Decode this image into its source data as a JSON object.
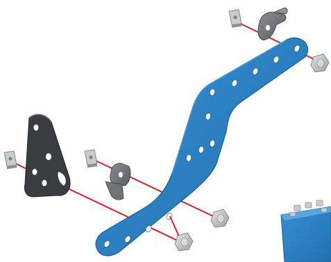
{
  "illustration": {
    "kind": "exploded-assembly-diagram",
    "colors": {
      "background": "#ffffff",
      "bracket_blue": "#2b7fc0",
      "bracket_blue_dark": "#1d5f94",
      "axis_line": "#d21f2b",
      "gray_part": "#6f7378",
      "gray_part_dark": "#3a3d40",
      "nut": "#c9cbcc",
      "screw": "#b9bbbd"
    },
    "parts": [
      {
        "id": "main-bracket",
        "name": "blue-curved-bracket",
        "hole_count": 11
      },
      {
        "id": "left-plate",
        "name": "dark-triangular-plate",
        "hole_count": 5
      },
      {
        "id": "small-bracket-mid",
        "name": "small-gray-angle-bracket"
      },
      {
        "id": "small-bracket-top",
        "name": "small-gray-angle-bracket"
      },
      {
        "id": "nut-left",
        "name": "square-nut"
      },
      {
        "id": "nut-mid",
        "name": "square-nut"
      },
      {
        "id": "nut-top",
        "name": "square-nut"
      },
      {
        "id": "screw-top",
        "name": "hex-screw"
      },
      {
        "id": "screw-mid",
        "name": "hex-screw"
      },
      {
        "id": "screw-bottom",
        "name": "hex-screw"
      },
      {
        "id": "base-block",
        "name": "blue-base-block-partial"
      }
    ]
  }
}
